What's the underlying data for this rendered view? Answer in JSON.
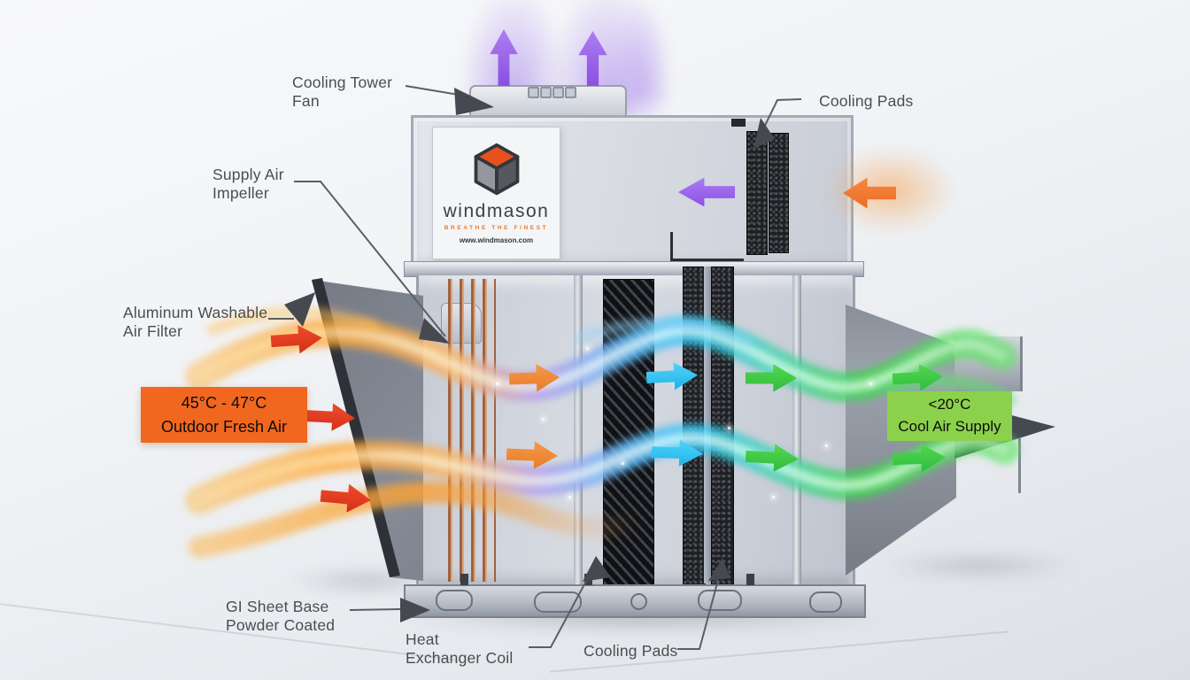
{
  "brand": {
    "name": "windmason",
    "tagline": "BREATHE THE FINEST",
    "website": "www.windmason.com"
  },
  "callouts": {
    "cooling_tower_fan": "Cooling Tower Fan",
    "supply_air_impeller": "Supply Air Impeller",
    "aluminum_washable_air_filter": "Aluminum Washable Air Filter",
    "cooling_pads_top": "Cooling Pads",
    "gi_sheet_base": "GI Sheet Base Powder Coated",
    "heat_exchanger_coil": "Heat Exchanger Coil",
    "cooling_pads_bottom": "Cooling Pads"
  },
  "flow_labels": {
    "inlet": {
      "temperature": "45°C - 47°C",
      "label": "Outdoor Fresh Air",
      "color": "#f2671f"
    },
    "outlet": {
      "temperature": "<20°C",
      "label": "Cool Air Supply",
      "color": "#8cd14b"
    }
  },
  "colors": {
    "hot_inlet_arrow": "#e13a23",
    "warm_supply_arrow": "#ef8e3e",
    "cool_air_arrow": "#3ec2f2",
    "supply_air_arrow": "#3ecc4e",
    "exhaust_arrow": "#9a5fe0",
    "scavenger_inlet_arrow": "#f0722e",
    "brand_orange": "#e8511e",
    "callout_text": "#4c4d4f"
  }
}
